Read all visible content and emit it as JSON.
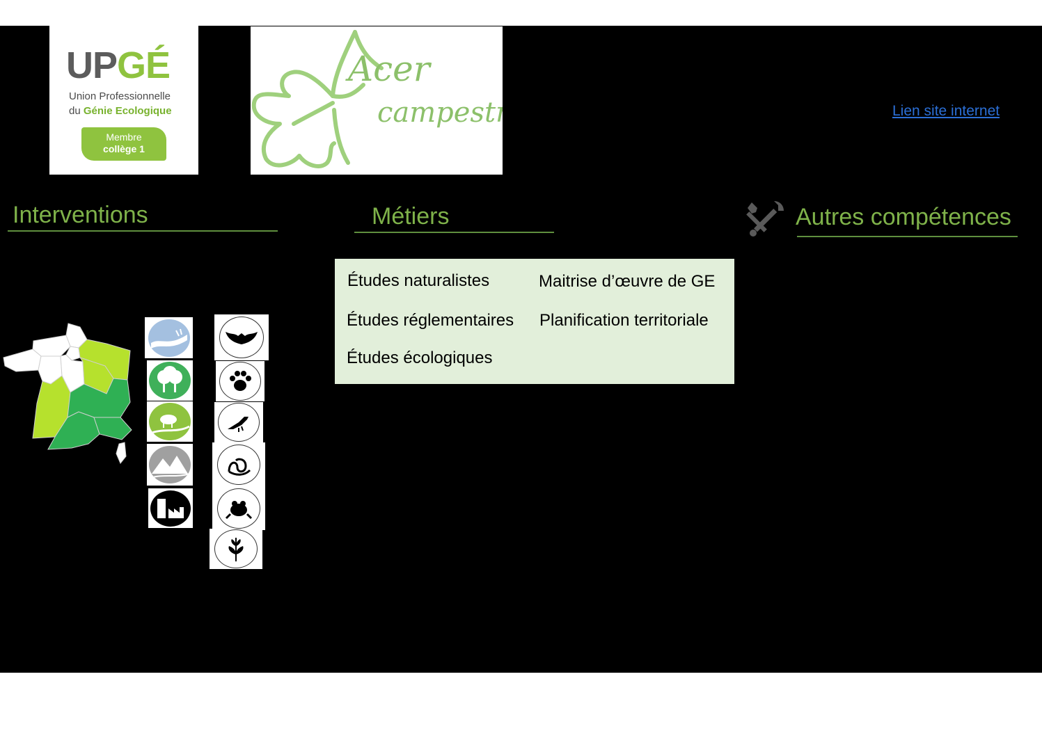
{
  "logos": {
    "upge": {
      "wordmark_left": "UP",
      "wordmark_right": "GÉ",
      "line1": "Union Professionnelle",
      "line2_prefix": "du",
      "line2_bold": "Génie Ecologique",
      "badge_line1": "Membre",
      "badge_line2": "collège 1"
    },
    "acer": {
      "word1": "Acer",
      "word2": "campestre"
    }
  },
  "link": {
    "label": "Lien site internet"
  },
  "sections": {
    "interventions": "Interventions",
    "metiers": "Métiers",
    "autres": "Autres compétences"
  },
  "metiers": {
    "col1": [
      "Études naturalistes",
      "Études réglementaires",
      "Études écologiques"
    ],
    "col2": [
      "Maitrise d’œuvre de GE",
      "Planification territoriale"
    ]
  },
  "colors": {
    "title_green": "#7fb24a",
    "metiers_bg": "#e2efda",
    "map_dark": "#2fb054",
    "map_light": "#b6e12d",
    "map_white": "#ffffff",
    "link_blue": "#2b6fd6"
  },
  "habitat_icons": [
    "river-icon",
    "forest-icon",
    "meadow-icon",
    "mountain-icon",
    "urban-industry-icon"
  ],
  "species_icons": [
    "bat-icon",
    "paw-icon",
    "bird-icon",
    "snake-icon",
    "frog-icon",
    "plant-icon"
  ]
}
